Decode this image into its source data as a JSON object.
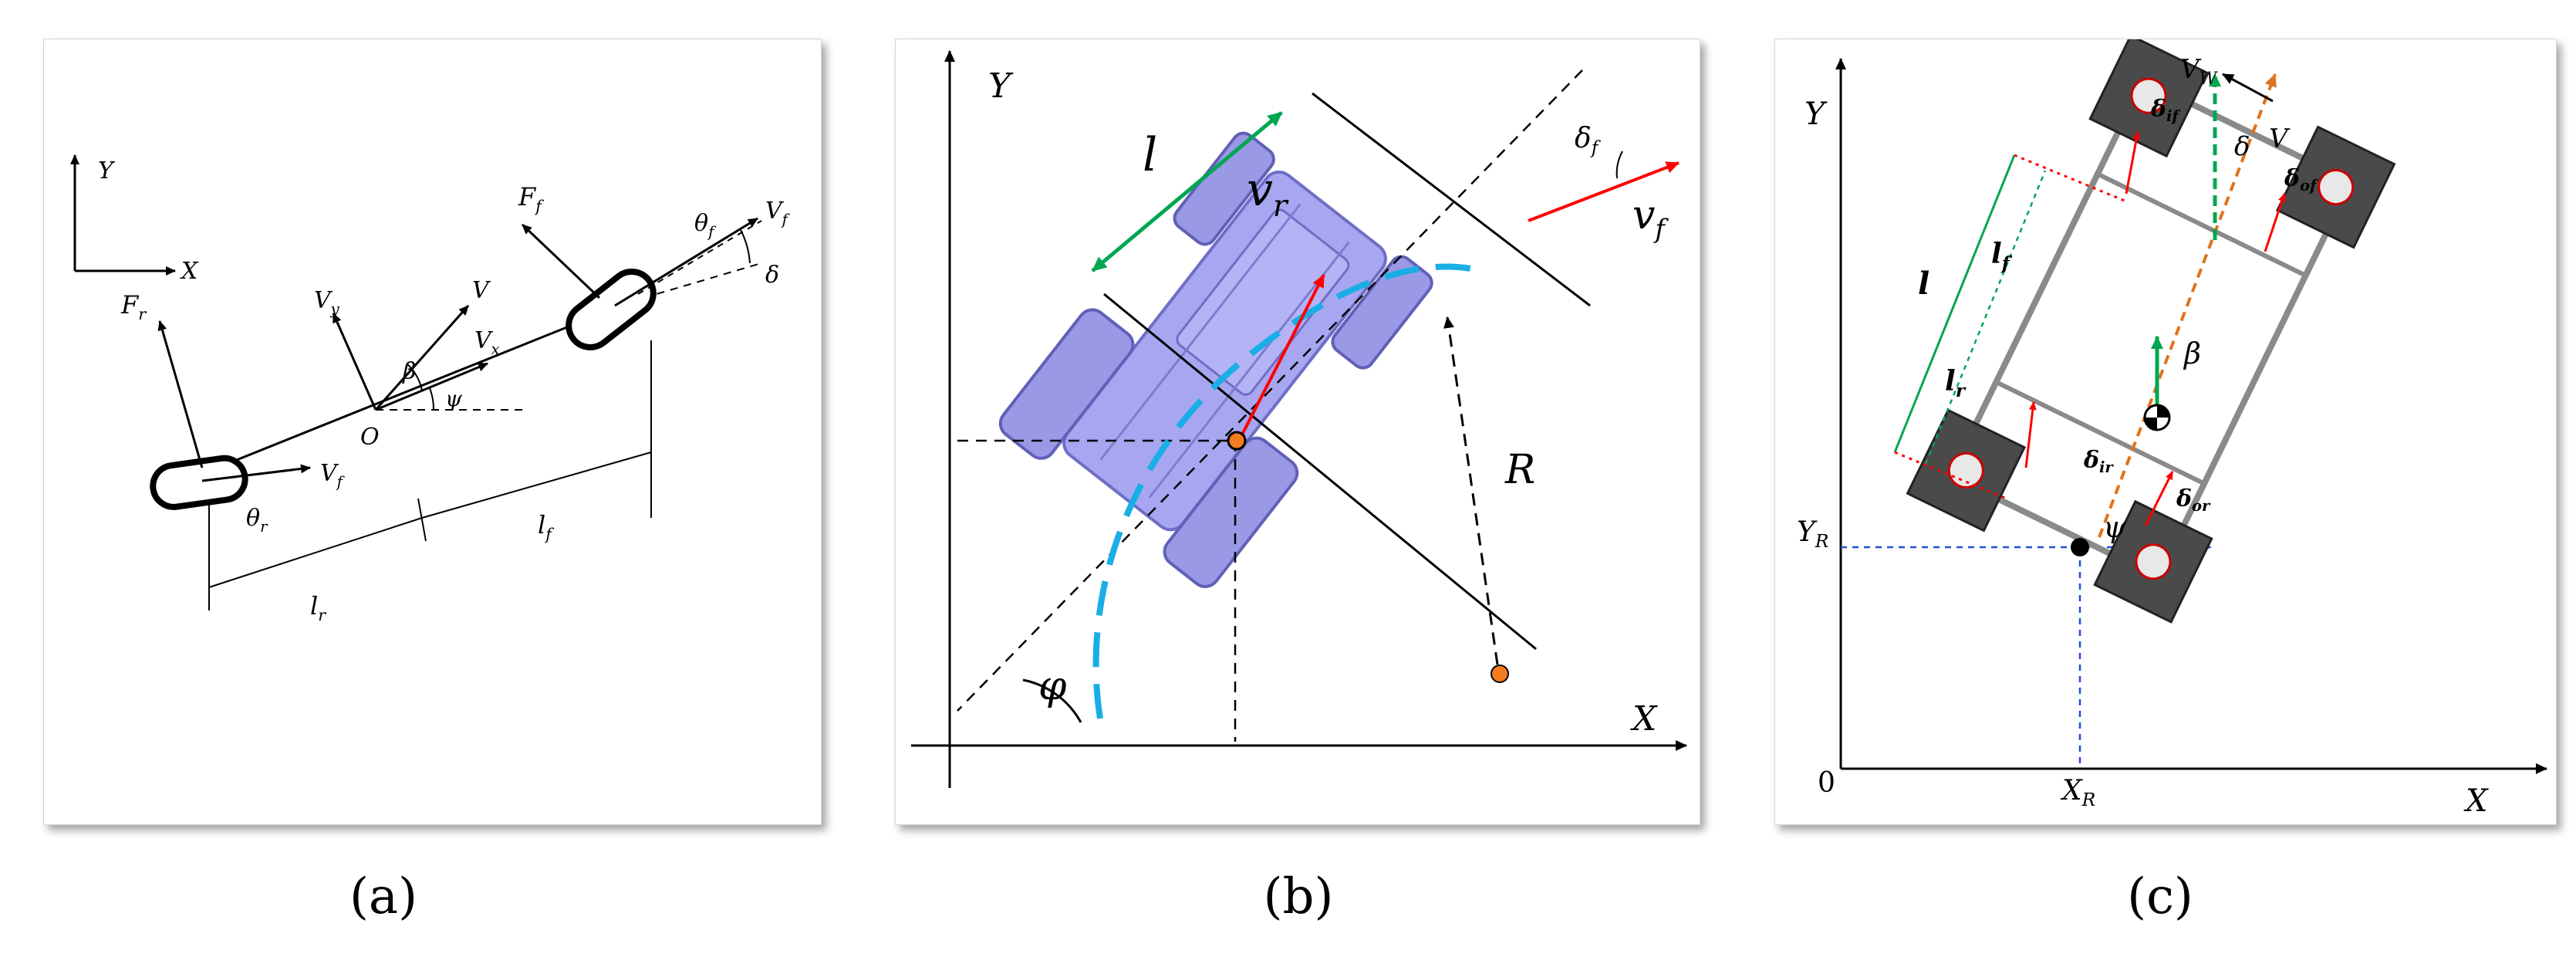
{
  "panels": [
    {
      "caption": "(a)",
      "labels": {
        "axis_y": "Y",
        "axis_x": "X",
        "Fr": "F",
        "Fr_sub": "r",
        "Ff": "F",
        "Ff_sub": "f",
        "Vy": "V",
        "Vy_sub": "y",
        "V": "V",
        "Vx": "V",
        "Vx_sub": "x",
        "beta": "β",
        "psi": "ψ",
        "O": "O",
        "Vf_rear": "V",
        "Vf_rear_sub": "f",
        "theta_r": "θ",
        "theta_r_sub": "r",
        "theta_f": "θ",
        "theta_f_sub": "f",
        "Vf_front": "V",
        "Vf_front_sub": "f",
        "delta": "δ",
        "lr": "l",
        "lr_sub": "r",
        "lf": "l",
        "lf_sub": "f"
      }
    },
    {
      "caption": "(b)",
      "labels": {
        "axis_y": "Y",
        "axis_x": "X",
        "l": "l",
        "vr": "v",
        "vr_sub": "r",
        "vf": "v",
        "vf_sub": "f",
        "delta_f": "δ",
        "delta_f_sub": "f",
        "R": "R",
        "phi": "φ"
      }
    },
    {
      "caption": "(c)",
      "labels": {
        "axis_y": "Y",
        "axis_x": "X",
        "origin": "0",
        "YR": "Y",
        "YR_sub": "R",
        "XR": "X",
        "XR_sub": "R",
        "Vw": "V",
        "Vw_sub": "W",
        "V": "V",
        "delta": "δ",
        "delta_if": "δ",
        "delta_if_sub": "if",
        "delta_of": "δ",
        "delta_of_sub": "of",
        "delta_ir": "δ",
        "delta_ir_sub": "ir",
        "delta_or": "δ",
        "delta_or_sub": "or",
        "l": "l",
        "lf": "l",
        "lf_sub": "f",
        "lr": "l",
        "lr_sub": "r",
        "beta": "β",
        "psi": "ψ"
      }
    }
  ]
}
